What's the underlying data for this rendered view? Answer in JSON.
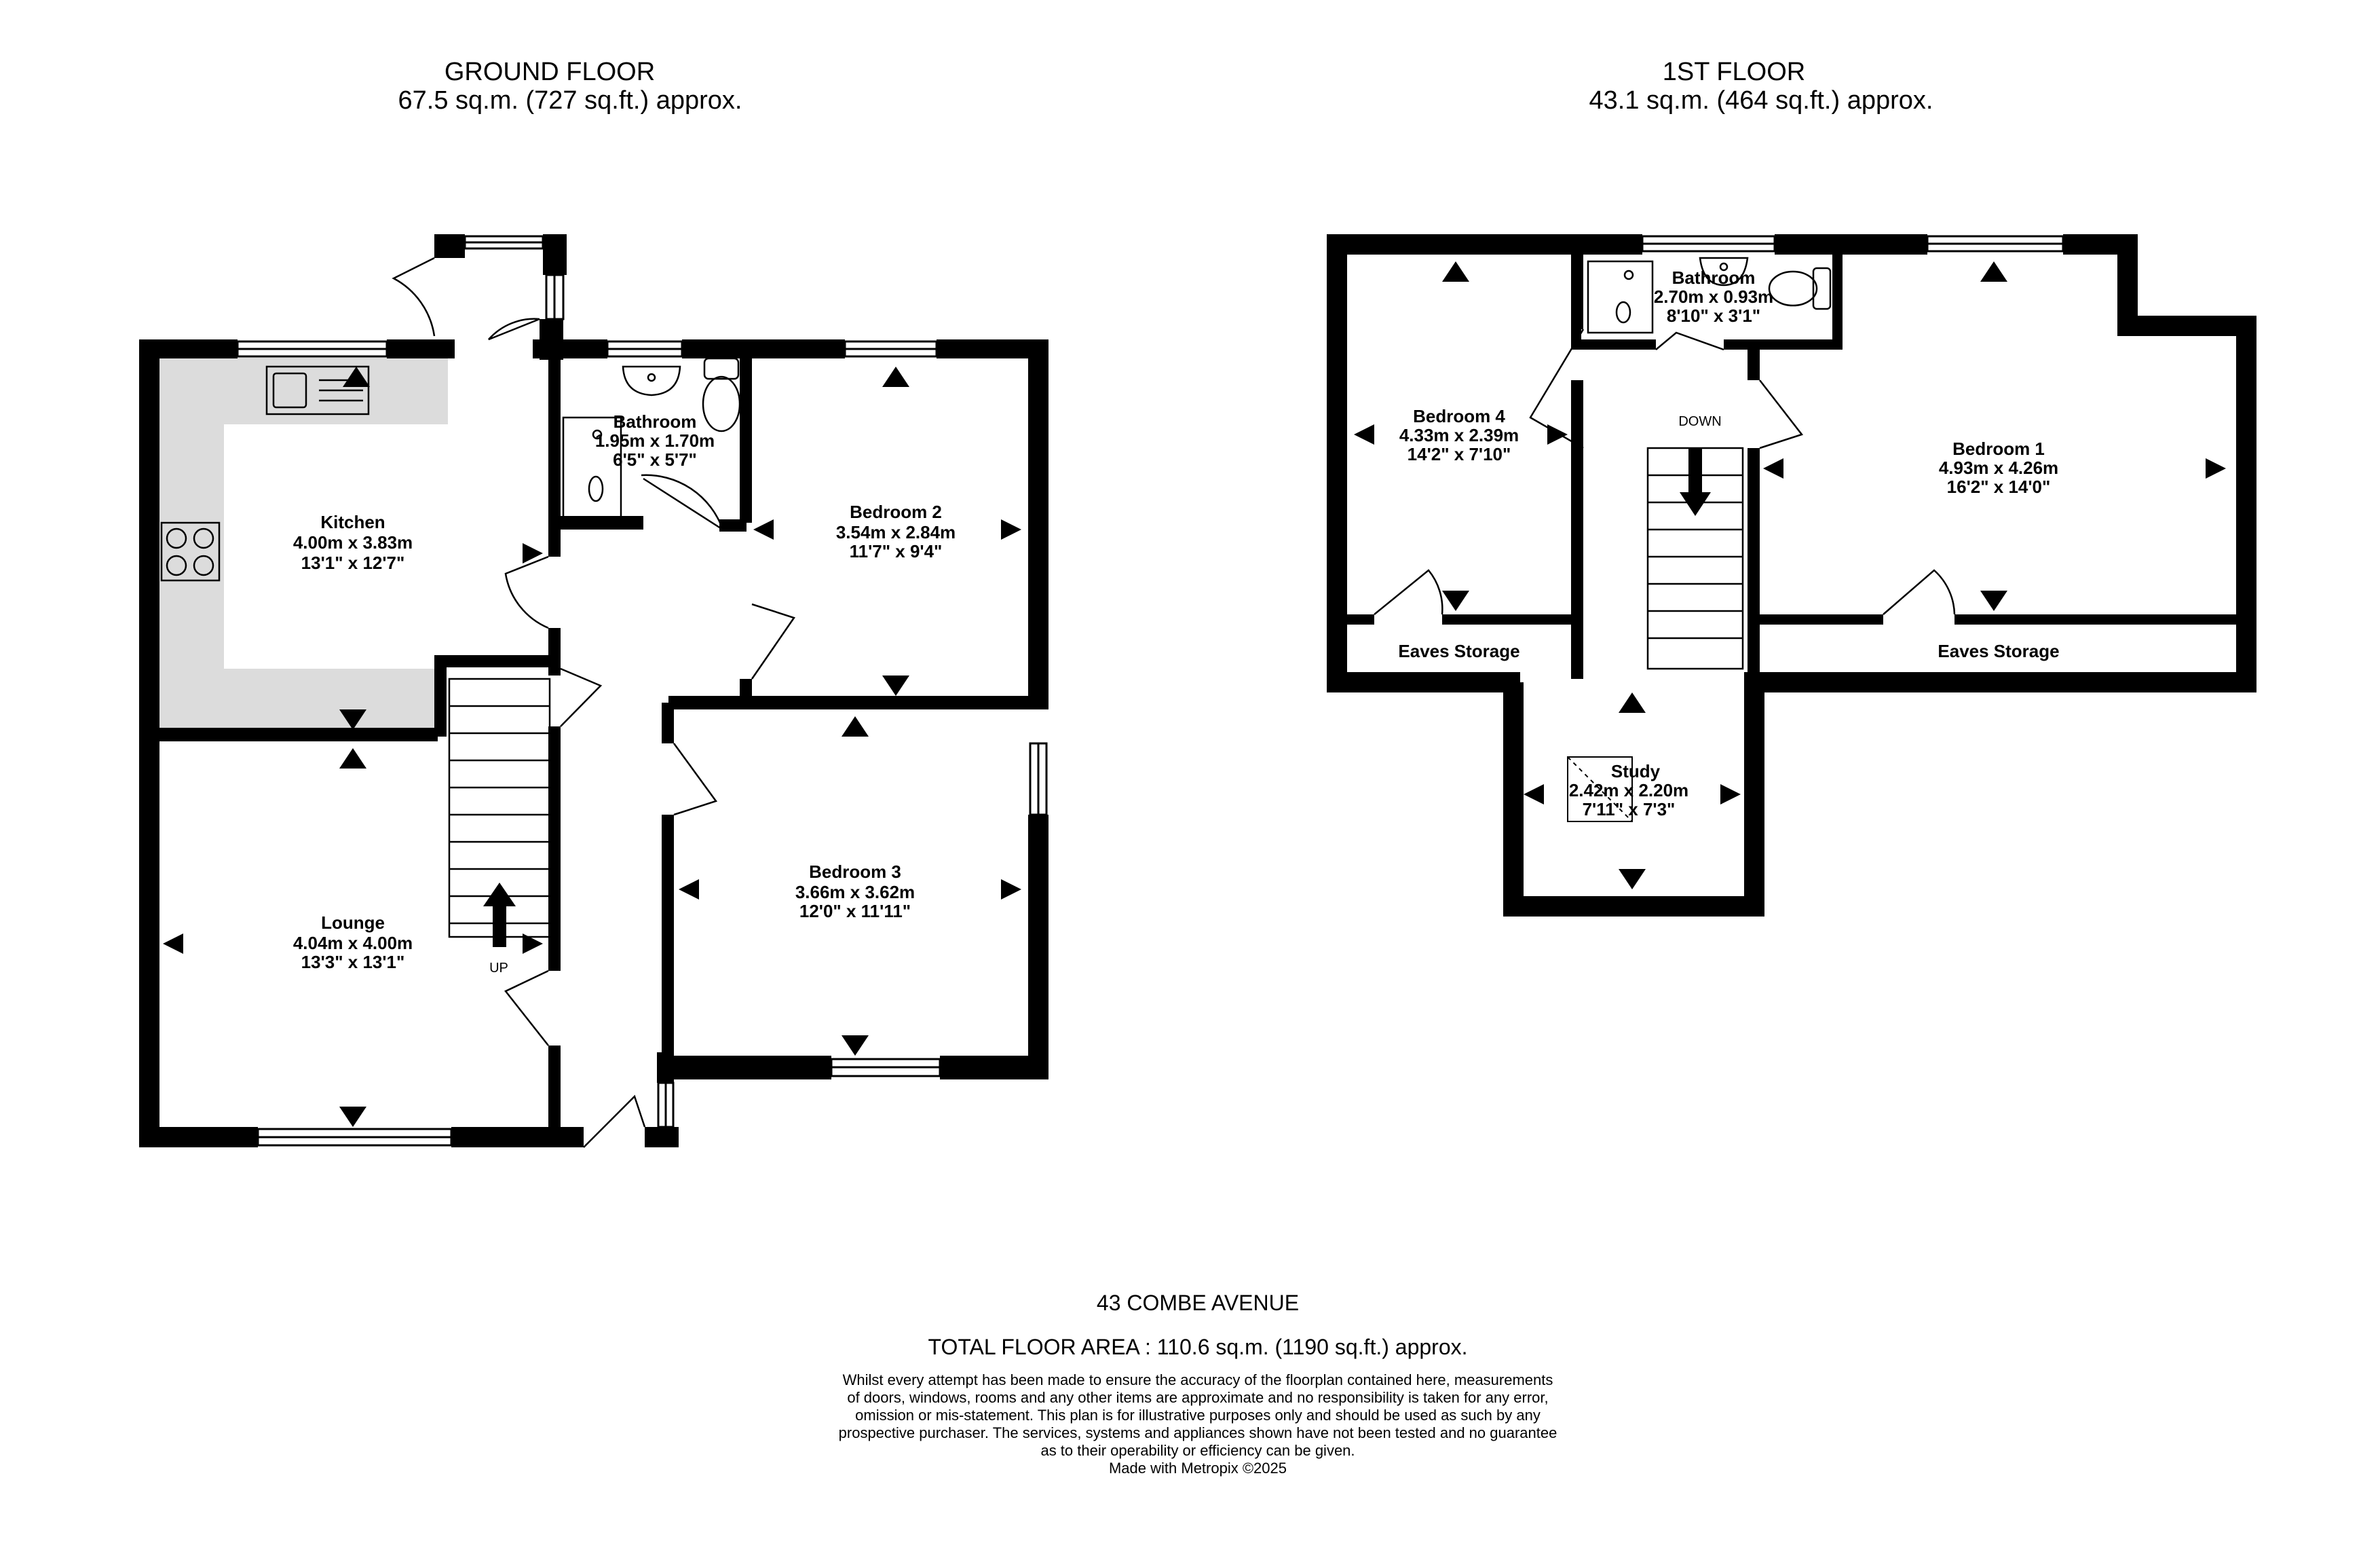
{
  "ground_floor": {
    "title": "GROUND FLOOR",
    "area": "67.5 sq.m. (727 sq.ft.) approx.",
    "rooms": {
      "kitchen": {
        "name": "Kitchen",
        "metric": "4.00m  x 3.83m",
        "imperial": "13'1\"  x 12'7\""
      },
      "bathroom": {
        "name": "Bathroom",
        "metric": "1.95m  x 1.70m",
        "imperial": "6'5\"  x 5'7\""
      },
      "bedroom2": {
        "name": "Bedroom 2",
        "metric": "3.54m  x 2.84m",
        "imperial": "11'7\"  x 9'4\""
      },
      "bedroom3": {
        "name": "Bedroom 3",
        "metric": "3.66m  x 3.62m",
        "imperial": "12'0\"  x 11'11\""
      },
      "lounge": {
        "name": "Lounge",
        "metric": "4.04m  x 4.00m",
        "imperial": "13'3\"  x 13'1\""
      }
    },
    "stairs_label": "UP"
  },
  "first_floor": {
    "title": "1ST FLOOR",
    "area": "43.1 sq.m. (464 sq.ft.) approx.",
    "rooms": {
      "bedroom4": {
        "name": "Bedroom 4",
        "metric": "4.33m  x 2.39m",
        "imperial": "14'2\"  x 7'10\""
      },
      "bathroom": {
        "name": "Bathroom",
        "metric": "2.70m  x 0.93m",
        "imperial": "8'10\"  x 3'1\""
      },
      "bedroom1": {
        "name": "Bedroom 1",
        "metric": "4.93m  x 4.26m",
        "imperial": "16'2\"  x 14'0\""
      },
      "study": {
        "name": "Study",
        "metric": "2.42m  x 2.20m",
        "imperial": "7'11\"  x 7'3\""
      },
      "eaves_left": {
        "name": "Eaves Storage"
      },
      "eaves_right": {
        "name": "Eaves Storage"
      }
    },
    "stairs_label": "DOWN"
  },
  "footer": {
    "address": "43 COMBE AVENUE",
    "total": "TOTAL FLOOR AREA : 110.6 sq.m. (1190 sq.ft.) approx.",
    "disclaimer_lines": [
      "Whilst every attempt has been made to ensure the accuracy of the floorplan contained here, measurements",
      "of doors, windows, rooms and any other items are approximate and no responsibility is taken for any error,",
      "omission or mis-statement. This plan is for illustrative purposes only and should be used as such by any",
      "prospective purchaser. The services, systems and appliances shown have not been tested and no guarantee",
      "as to their operability or efficiency can be given.",
      "Made with Metropix ©2025"
    ]
  },
  "colors": {
    "wall": "#000000",
    "kitchen_floor": "#dcdcdc",
    "background": "#ffffff"
  }
}
